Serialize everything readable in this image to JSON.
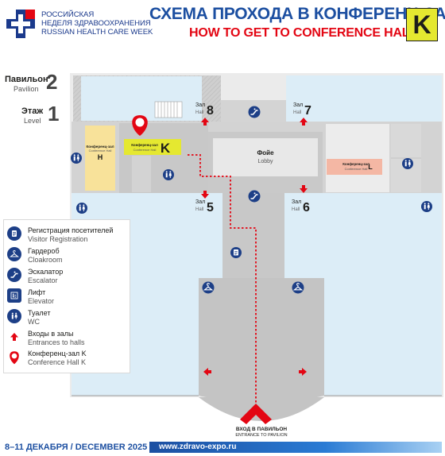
{
  "header": {
    "logo_line1": "Российская",
    "logo_line2": "неделя здравоохранения",
    "logo_line3": "Russian Health Care Week",
    "title_ru": "СХЕМА ПРОХОДА В КОНФЕРЕНЦ-ЗАЛ",
    "title_en": "HOW TO GET TO CONFERENCE HALL",
    "hall_letter": "K"
  },
  "pavilion": {
    "label": "Павильон",
    "sub": "Pavilion",
    "number": "2"
  },
  "floor": {
    "label": "Этаж",
    "sub": "Level",
    "number": "1"
  },
  "map": {
    "hall8": {
      "ru": "Зал",
      "en": "Hall",
      "num": "8"
    },
    "hall7": {
      "ru": "Зал",
      "en": "Hall",
      "num": "7"
    },
    "hall5": {
      "ru": "Зал",
      "en": "Hall",
      "num": "5"
    },
    "hall6": {
      "ru": "Зал",
      "en": "Hall",
      "num": "6"
    },
    "conf_h": {
      "ru": "Конференц-зал",
      "en": "Conference Hall",
      "letter": "H"
    },
    "conf_k": {
      "ru": "Конференц-зал",
      "en": "Conference Hall",
      "letter": "K"
    },
    "conf_l": {
      "ru": "Конференц-зал",
      "en": "Conference Hall",
      "letter": "L"
    },
    "lobby": {
      "ru": "Фойе",
      "en": "Lobby"
    },
    "entrance": {
      "ru": "ВХОД В ПАВИЛЬОН",
      "en": "ENTRANCE TO PAVILION"
    },
    "colors": {
      "hall_bg": "#dcedf7",
      "corridor": "#c9c9c9",
      "target": "#e5e830",
      "route": "#e30613",
      "conf_l": "#f4b7a4",
      "conf_h": "#f8e29a"
    }
  },
  "legend": [
    {
      "icon": "registration-icon",
      "ru": "Регистрация посетителей",
      "en": "Visitor Registration"
    },
    {
      "icon": "cloakroom-icon",
      "ru": "Гардероб",
      "en": "Cloakroom"
    },
    {
      "icon": "escalator-icon",
      "ru": "Эскалатор",
      "en": "Escalator"
    },
    {
      "icon": "elevator-icon",
      "ru": "Лифт",
      "en": "Elevator"
    },
    {
      "icon": "wc-icon",
      "ru": "Туалет",
      "en": "WC"
    },
    {
      "icon": "entrance-arrow-icon",
      "ru": "Входы в залы",
      "en": "Entrances to halls"
    },
    {
      "icon": "location-pin-icon",
      "ru": "Конференц-зал K",
      "en": "Conference Hall K"
    }
  ],
  "footer": {
    "dates": "8–11 ДЕКАБРЯ / DECEMBER 2025",
    "url": "www.zdravo-expo.ru"
  }
}
